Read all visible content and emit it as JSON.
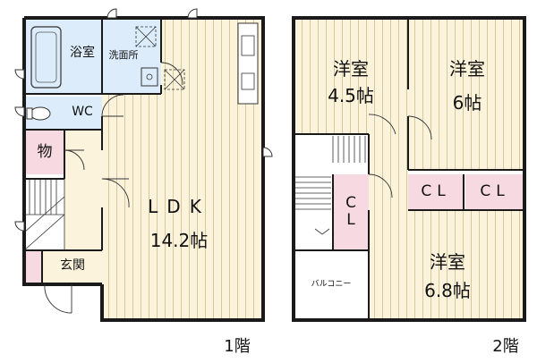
{
  "floor1": {
    "floor_label": "1階",
    "rooms": {
      "bath": "浴室",
      "washroom": "洗面所",
      "wc": "WC",
      "storage": "物",
      "ldk_name": "LDK",
      "ldk_size": "14.2帖",
      "entrance": "玄関"
    }
  },
  "floor2": {
    "floor_label": "2階",
    "rooms": {
      "west1_name": "洋室",
      "west1_size": "4.5帖",
      "west2_name": "洋室",
      "west2_size": "6帖",
      "west3_name": "洋室",
      "west3_size": "6.8帖",
      "closet_a": "CL",
      "closet_b": "CL",
      "closet_c": "C\nL",
      "balcony": "バルコニー"
    }
  },
  "colors": {
    "wall": "#1a1a1a",
    "floor_fill": "#fbf3dc",
    "floor_stripe": "#d9c79a",
    "wet_fill": "#dcecfb",
    "closet_fill": "#f7d9e2",
    "balcony_fill": "#ffffff"
  }
}
